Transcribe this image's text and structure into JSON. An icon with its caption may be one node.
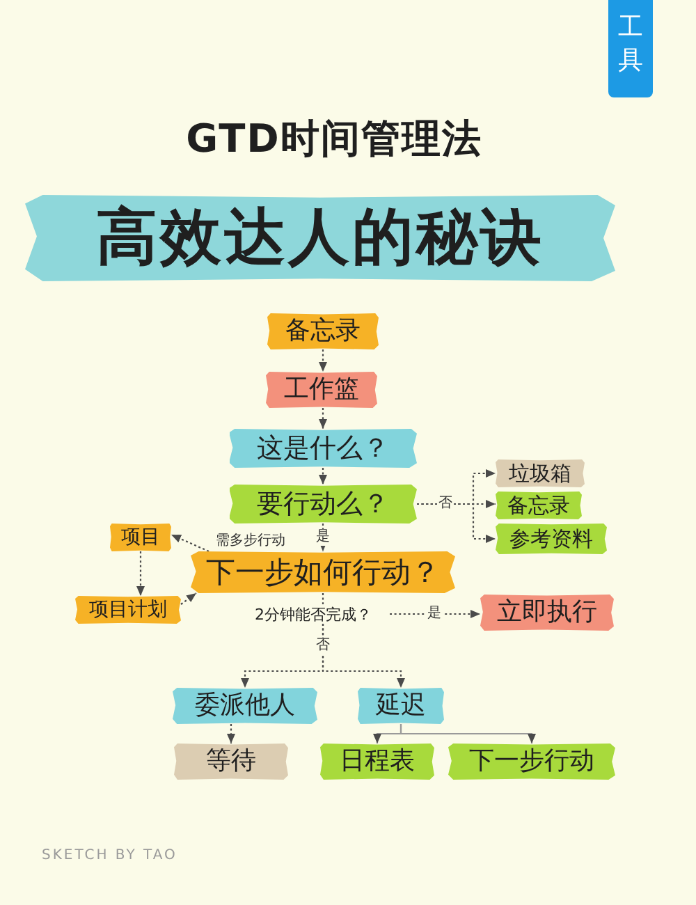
{
  "diagram": {
    "title": "GTD时间管理法",
    "nodes": [
      {
        "text": [
          "备忘录"
        ]
      },
      {
        "text": [
          "工作篮"
        ]
      },
      {
        "text": [
          "这是什么？"
        ]
      },
      {
        "text": [
          "垃圾箱"
        ]
      },
      {
        "text": [
          "要行动么？"
        ]
      },
      {
        "text": [
          "备忘录"
        ]
      },
      {
        "text": [
          "项目"
        ]
      },
      {
        "text": [
          "参考资料"
        ]
      },
      {
        "text": [
          "下一步如何行动？"
        ]
      },
      {
        "text": [
          "项目计划"
        ]
      },
      {
        "text": [
          "2分钟能否完成？"
        ]
      },
      {
        "text": [
          "立即执行"
        ]
      },
      {
        "text": [
          "委派他人"
        ]
      },
      {
        "text": [
          "延迟"
        ]
      },
      {
        "text": [
          "等待"
        ]
      },
      {
        "text": [
          "日程表"
        ]
      },
      {
        "text": [
          "下一步行动"
        ]
      }
    ],
    "edges": [
      {
        "from": 0,
        "to": 1,
        "arrow": "to",
        "style": "dashed"
      },
      {
        "from": 1,
        "to": 2,
        "arrow": "to",
        "style": "dashed"
      },
      {
        "from": 2,
        "to": 4,
        "arrow": "to",
        "style": "dashed"
      },
      {
        "from": 4,
        "to": 3,
        "arrow": "to",
        "style": "dashed"
      },
      {
        "from": 4,
        "to": 5,
        "arrow": "to",
        "label": "否",
        "style": "dashed"
      },
      {
        "from": 4,
        "to": 7,
        "arrow": "to",
        "style": "dashed"
      },
      {
        "from": 4,
        "to": 8,
        "arrow": "to",
        "label": "是",
        "style": "dashed"
      },
      {
        "from": 8,
        "to": 6,
        "arrow": "to",
        "label": "需多步行动",
        "style": "dashed"
      },
      {
        "from": 6,
        "to": 9,
        "arrow": "to",
        "style": "dashed"
      },
      {
        "from": 9,
        "to": 8,
        "arrow": "to",
        "style": "dashed"
      },
      {
        "from": 8,
        "to": 10,
        "arrow": "none",
        "style": "dashed"
      },
      {
        "from": 10,
        "to": 11,
        "arrow": "to",
        "label": "是",
        "style": "dashed"
      },
      {
        "from": 10,
        "to": 12,
        "arrow": "to",
        "label": "否",
        "style": "dashed"
      },
      {
        "from": 10,
        "to": 13,
        "arrow": "to",
        "style": "dashed"
      },
      {
        "from": 12,
        "to": 14,
        "arrow": "to",
        "style": "dashed"
      },
      {
        "from": 13,
        "to": 15,
        "arrow": "to"
      },
      {
        "from": 13,
        "to": 16,
        "arrow": "to"
      }
    ],
    "labels": [
      "工具",
      "高效达人的秘诀",
      "SKETCH BY TAO"
    ]
  }
}
